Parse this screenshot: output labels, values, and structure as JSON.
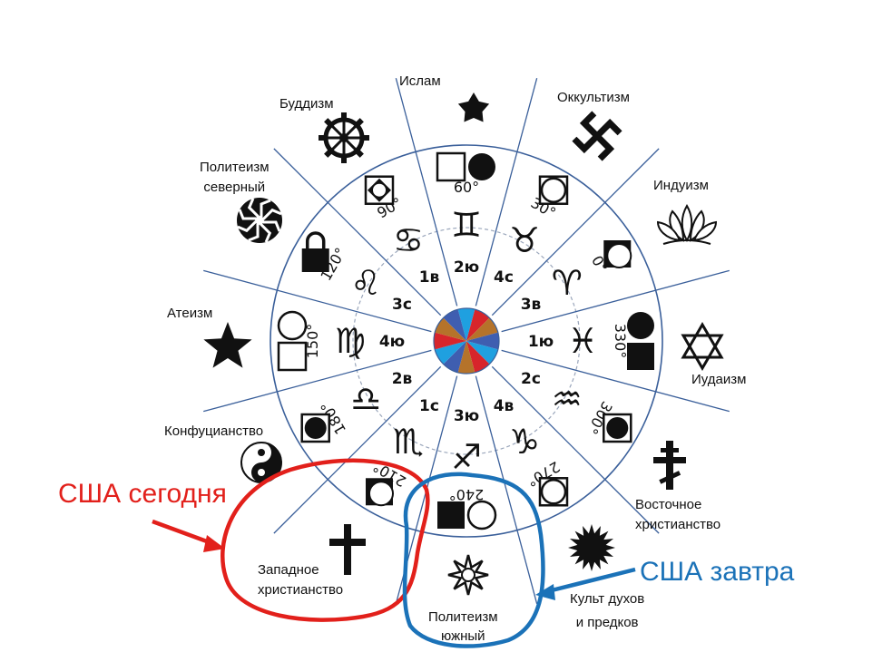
{
  "wheel": {
    "center_colors": [
      "#1fa0e0",
      "#d7252b",
      "#b5732a",
      "#3f5eb0"
    ],
    "line_color": "#3a5f9a",
    "sectors": [
      {
        "sign": "♊",
        "house": "2ю",
        "angle": "60°",
        "marks": [
          "square",
          "circle-filled"
        ]
      },
      {
        "sign": "♉",
        "house": "4с",
        "angle": "30°",
        "marks": [
          "square-circle"
        ]
      },
      {
        "sign": "♈",
        "house": "3в",
        "angle": "0°",
        "marks": [
          "square-filled-circle"
        ]
      },
      {
        "sign": "♓",
        "house": "1ю",
        "angle": "330°",
        "marks": [
          "circle-filled",
          "square-filled"
        ]
      },
      {
        "sign": "♒",
        "house": "2с",
        "angle": "300°",
        "marks": [
          "square-circle-filled"
        ]
      },
      {
        "sign": "♑",
        "house": "4в",
        "angle": "270°",
        "marks": [
          "square-circle"
        ]
      },
      {
        "sign": "♐",
        "house": "3ю",
        "angle": "240°",
        "marks": [
          "square-filled",
          "circle"
        ]
      },
      {
        "sign": "♏",
        "house": "1с",
        "angle": "210°",
        "marks": [
          "square-filled-circle"
        ]
      },
      {
        "sign": "♎",
        "house": "2в",
        "angle": "180°",
        "marks": [
          "square-circle-filled"
        ]
      },
      {
        "sign": "♍",
        "house": "4ю",
        "angle": "150°",
        "marks": [
          "circle",
          "square"
        ]
      },
      {
        "sign": "♌",
        "house": "3с",
        "angle": "120°",
        "marks": [
          "lock"
        ]
      },
      {
        "sign": "♋",
        "house": "1в",
        "angle": "90°",
        "marks": [
          "diamond-circle"
        ]
      }
    ]
  },
  "religions": [
    {
      "id": "islam",
      "label": "Ислам",
      "icon": "crescent-star-icon"
    },
    {
      "id": "occult",
      "label": "Оккультизм",
      "icon": "swastika-icon"
    },
    {
      "id": "hinduism",
      "label": "Индуизм",
      "icon": "lotus-icon"
    },
    {
      "id": "judaism",
      "label": "Иудаизм",
      "icon": "star-of-david-icon"
    },
    {
      "id": "eastern-christianity",
      "label": "Восточное\nхристианство",
      "icon": "orthodox-cross-icon"
    },
    {
      "id": "ancestor-cult",
      "label": "Культ духов\nи предков",
      "icon": "sun-icon"
    },
    {
      "id": "southern-polytheism",
      "label": "Политеизм\nюжный",
      "icon": "star-ornament-icon"
    },
    {
      "id": "western-christianity",
      "label": "Западное\nхристианство",
      "icon": "latin-cross-icon"
    },
    {
      "id": "confucianism",
      "label": "Конфуцианство",
      "icon": "yin-yang-icon"
    },
    {
      "id": "atheism",
      "label": "Атеизм",
      "icon": "star-icon"
    },
    {
      "id": "northern-polytheism",
      "label": "Политеизм\nсеверный",
      "icon": "kolovrat-icon"
    },
    {
      "id": "buddhism",
      "label": "Буддизм",
      "icon": "dharma-wheel-icon"
    }
  ],
  "annotations": {
    "usa_today": "США сегодня",
    "usa_tomorrow": "США завтра",
    "red": "#e2201b",
    "blue": "#1b72b8"
  }
}
